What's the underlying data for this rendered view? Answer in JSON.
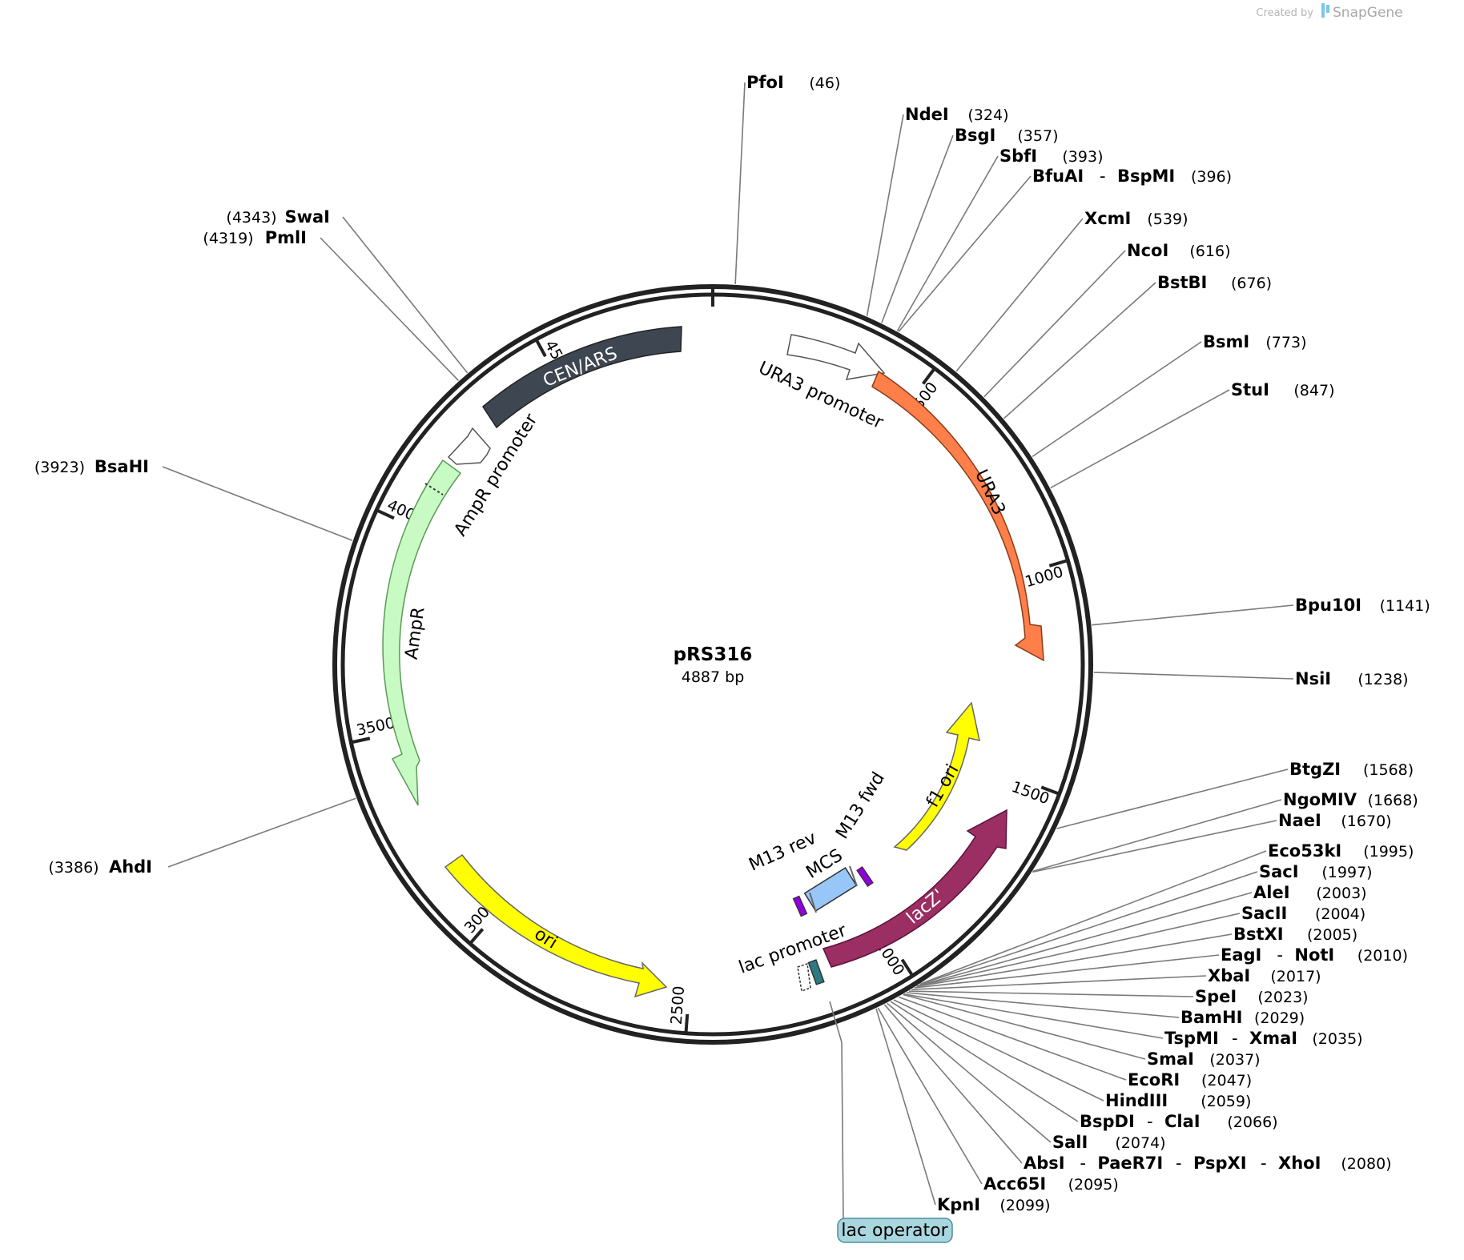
{
  "credit": {
    "prefix": "Created by",
    "brand": "SnapGene",
    "icon": "snapgene-logo-icon"
  },
  "plasmid": {
    "name": "pRS316",
    "size_text": "4887 bp",
    "length_bp": 4887
  },
  "ticks": [
    {
      "bp": 500,
      "label": "500"
    },
    {
      "bp": 1000,
      "label": "1000"
    },
    {
      "bp": 1500,
      "label": "1500"
    },
    {
      "bp": 2000,
      "label": "2000"
    },
    {
      "bp": 2500,
      "label": "2500"
    },
    {
      "bp": 3000,
      "label": "3000"
    },
    {
      "bp": 3500,
      "label": "3500"
    },
    {
      "bp": 4000,
      "label": "4000"
    },
    {
      "bp": 4500,
      "label": "4500"
    }
  ],
  "features": [
    {
      "name": "CEN/ARS",
      "color": "#3e4651",
      "label_inside": true
    },
    {
      "name": "URA3 promoter",
      "color": "#ffffff",
      "label_inside": false
    },
    {
      "name": "URA3",
      "color": "#ff7f4a",
      "label_inside": true
    },
    {
      "name": "AmpR promoter",
      "color": "#ffffff",
      "label_inside": false
    },
    {
      "name": "AmpR",
      "color": "#c8fbc3",
      "label_inside": false
    },
    {
      "name": "ori",
      "color": "#ffff00",
      "label_inside": true
    },
    {
      "name": "f1 ori",
      "color": "#ffff00",
      "label_inside": true
    },
    {
      "name": "lacZ'",
      "color": "#9b2e63",
      "label_inside": true
    },
    {
      "name": "lac promoter",
      "color": "#ffffff",
      "label_inside": false
    },
    {
      "name": "MCS",
      "color": "#98c6f8",
      "label_inside": false
    },
    {
      "name": "M13 rev",
      "color": "#8f00d9",
      "label_inside": false
    },
    {
      "name": "M13 fwd",
      "color": "#8f00d9",
      "label_inside": false
    },
    {
      "name": "lac operator",
      "color": "#a9d6df",
      "label_inside": false
    }
  ],
  "sites": [
    {
      "names": [
        "PfoI"
      ],
      "pos": "(46)",
      "bp": 46
    },
    {
      "names": [
        "NdeI"
      ],
      "pos": "(324)",
      "bp": 324
    },
    {
      "names": [
        "BsgI"
      ],
      "pos": "(357)",
      "bp": 357
    },
    {
      "names": [
        "SbfI"
      ],
      "pos": "(393)",
      "bp": 393
    },
    {
      "names": [
        "BfuAI",
        "BspMI"
      ],
      "pos": "(396)",
      "bp": 396
    },
    {
      "names": [
        "XcmI"
      ],
      "pos": "(539)",
      "bp": 539
    },
    {
      "names": [
        "NcoI"
      ],
      "pos": "(616)",
      "bp": 616
    },
    {
      "names": [
        "BstBI"
      ],
      "pos": "(676)",
      "bp": 676
    },
    {
      "names": [
        "BsmI"
      ],
      "pos": "(773)",
      "bp": 773
    },
    {
      "names": [
        "StuI"
      ],
      "pos": "(847)",
      "bp": 847
    },
    {
      "names": [
        "Bpu10I"
      ],
      "pos": "(1141)",
      "bp": 1141
    },
    {
      "names": [
        "NsiI"
      ],
      "pos": "(1238)",
      "bp": 1238
    },
    {
      "names": [
        "BtgZI"
      ],
      "pos": "(1568)",
      "bp": 1568
    },
    {
      "names": [
        "NgoMIV"
      ],
      "pos": "(1668)",
      "bp": 1668
    },
    {
      "names": [
        "NaeI"
      ],
      "pos": "(1670)",
      "bp": 1670
    },
    {
      "names": [
        "Eco53kI"
      ],
      "pos": "(1995)",
      "bp": 1995
    },
    {
      "names": [
        "SacI"
      ],
      "pos": "(1997)",
      "bp": 1997
    },
    {
      "names": [
        "AleI"
      ],
      "pos": "(2003)",
      "bp": 2003
    },
    {
      "names": [
        "SacII"
      ],
      "pos": "(2004)",
      "bp": 2004
    },
    {
      "names": [
        "BstXI"
      ],
      "pos": "(2005)",
      "bp": 2005
    },
    {
      "names": [
        "EagI",
        "NotI"
      ],
      "pos": "(2010)",
      "bp": 2010
    },
    {
      "names": [
        "XbaI"
      ],
      "pos": "(2017)",
      "bp": 2017
    },
    {
      "names": [
        "SpeI"
      ],
      "pos": "(2023)",
      "bp": 2023
    },
    {
      "names": [
        "BamHI"
      ],
      "pos": "(2029)",
      "bp": 2029
    },
    {
      "names": [
        "TspMI",
        "XmaI"
      ],
      "pos": "(2035)",
      "bp": 2035
    },
    {
      "names": [
        "SmaI"
      ],
      "pos": "(2037)",
      "bp": 2037
    },
    {
      "names": [
        "EcoRI"
      ],
      "pos": "(2047)",
      "bp": 2047
    },
    {
      "names": [
        "HindIII"
      ],
      "pos": "(2059)",
      "bp": 2059
    },
    {
      "names": [
        "BspDI",
        "ClaI"
      ],
      "pos": "(2066)",
      "bp": 2066
    },
    {
      "names": [
        "SalI"
      ],
      "pos": "(2074)",
      "bp": 2074
    },
    {
      "names": [
        "AbsI",
        "PaeR7I",
        "PspXI",
        "XhoI"
      ],
      "pos": "(2080)",
      "bp": 2080
    },
    {
      "names": [
        "Acc65I"
      ],
      "pos": "(2095)",
      "bp": 2095
    },
    {
      "names": [
        "KpnI"
      ],
      "pos": "(2099)",
      "bp": 2099
    },
    {
      "names": [
        "SwaI"
      ],
      "pos": "(4343)",
      "bp": 4343
    },
    {
      "names": [
        "PmlI"
      ],
      "pos": "(4319)",
      "bp": 4319
    },
    {
      "names": [
        "BsaHI"
      ],
      "pos": "(3923)",
      "bp": 3923
    },
    {
      "names": [
        "AhdI"
      ],
      "pos": "(3386)",
      "bp": 3386
    }
  ]
}
